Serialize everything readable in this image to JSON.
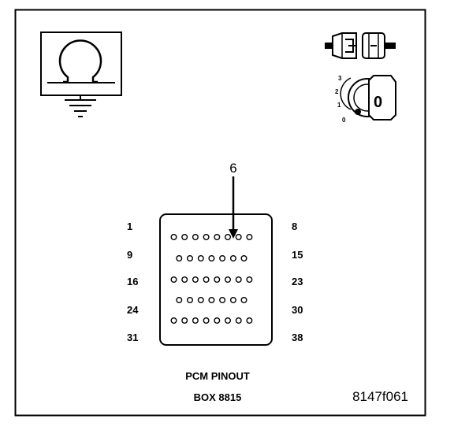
{
  "arrow_label": "6",
  "pin_labels": {
    "left": [
      "1",
      "9",
      "16",
      "24",
      "31"
    ],
    "right": [
      "8",
      "15",
      "23",
      "30",
      "38"
    ]
  },
  "pin_rows": [
    8,
    7,
    8,
    7,
    8
  ],
  "indicated_pin": 6,
  "caption": {
    "line1": "PCM PINOUT",
    "line2": "BOX 8815"
  },
  "figure_id": "8147f061",
  "icons": {
    "meter": "ohmmeter-icon",
    "connector": "disconnected-connector-icon",
    "ignition": "ignition-key-icon"
  },
  "ignition": {
    "key_position": "0",
    "scale": [
      "3",
      "2",
      "1",
      "0"
    ]
  }
}
